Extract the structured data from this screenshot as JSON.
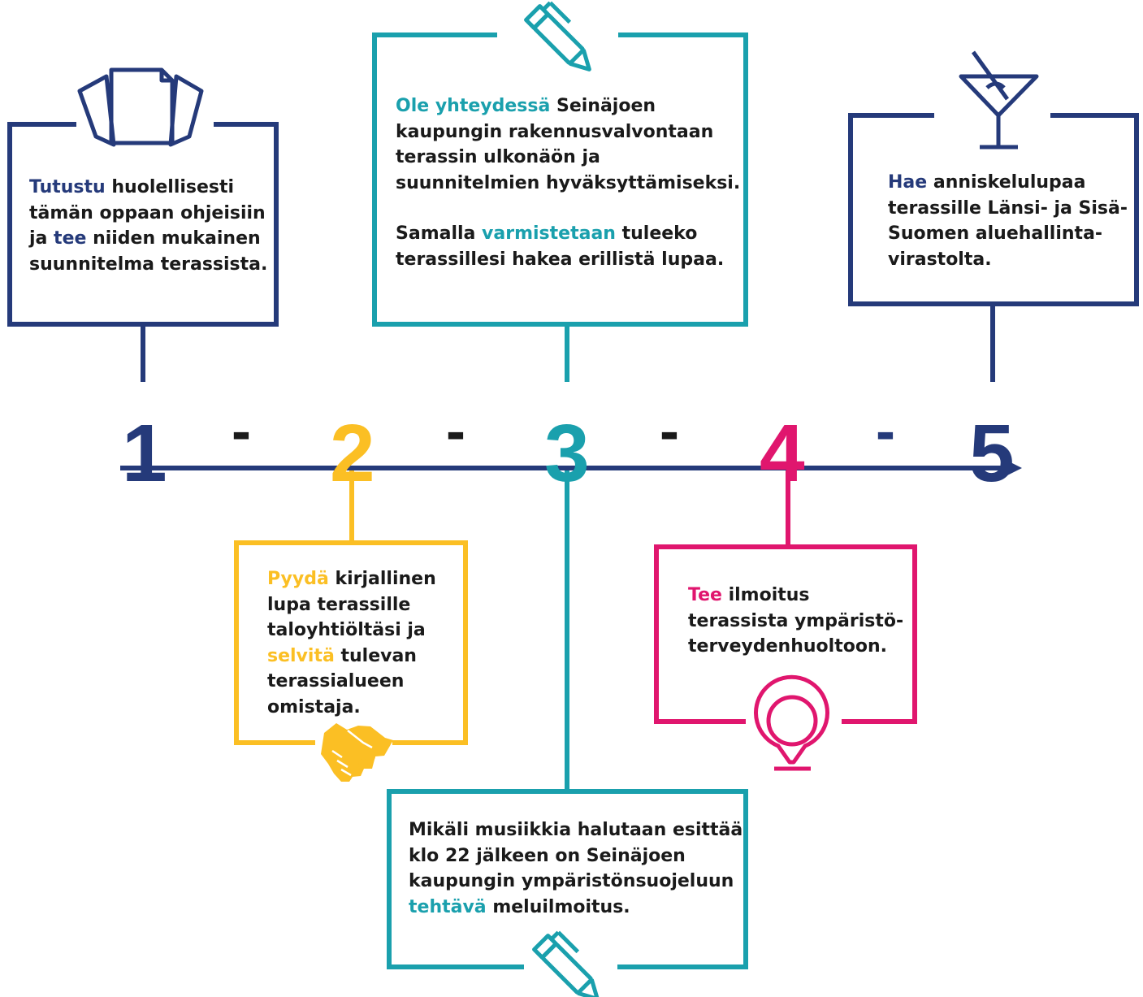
{
  "colors": {
    "navy": "#253a7a",
    "yellow": "#fbbf24",
    "teal": "#1aa0ad",
    "pink": "#e0166e",
    "text": "#1a1a1a"
  },
  "steps": [
    {
      "number": "1",
      "color": "#253a7a",
      "icon": "documents-icon",
      "lines": [
        [
          {
            "t": "Tutustu",
            "hl": true
          },
          {
            "t": " huolellisesti"
          }
        ],
        [
          {
            "t": "tämän oppaan ohjeisiin"
          }
        ],
        [
          {
            "t": "ja "
          },
          {
            "t": "tee",
            "hl": true
          },
          {
            "t": " niiden mukainen"
          }
        ],
        [
          {
            "t": "suunnitelma terassista."
          }
        ]
      ]
    },
    {
      "number": "2",
      "color": "#fbbf24",
      "icon": "handshake-icon",
      "lines": [
        [
          {
            "t": "Pyydä",
            "hl": true
          },
          {
            "t": " kirjallinen"
          }
        ],
        [
          {
            "t": "lupa terassille"
          }
        ],
        [
          {
            "t": "taloyhtiöltäsi  ja"
          }
        ],
        [
          {
            "t": "selvitä",
            "hl": true
          },
          {
            "t": " tulevan"
          }
        ],
        [
          {
            "t": "terassialueen"
          }
        ],
        [
          {
            "t": "omistaja."
          }
        ]
      ]
    },
    {
      "number": "3",
      "color": "#1aa0ad",
      "icon": "pen-icon",
      "lines": [
        [
          {
            "t": "Ole yhteydessä",
            "hl": true
          },
          {
            "t": " Seinäjoen"
          }
        ],
        [
          {
            "t": "kaupungin rakennusvalvontaan"
          }
        ],
        [
          {
            "t": "terassin ulkonäön ja"
          }
        ],
        [
          {
            "t": "suunnitelmien hyväksyttämiseksi."
          }
        ],
        [],
        [
          {
            "t": "Samalla "
          },
          {
            "t": "varmistetaan",
            "hl": true
          },
          {
            "t": " tuleeko"
          }
        ],
        [
          {
            "t": "terassillesi hakea erillistä lupaa."
          }
        ]
      ]
    },
    {
      "number": "4",
      "color": "#e0166e",
      "icon": "speech-bubble-icon",
      "lines": [
        [
          {
            "t": "Tee",
            "hl": true
          },
          {
            "t": " ilmoitus"
          }
        ],
        [
          {
            "t": "terassista ympäristö-"
          }
        ],
        [
          {
            "t": "terveydenhuoltoon."
          }
        ]
      ]
    },
    {
      "number": "5",
      "color": "#253a7a",
      "icon": "cocktail-glass-icon",
      "lines": [
        [
          {
            "t": "Hae",
            "hl": true
          },
          {
            "t": " anniskelulupaa"
          }
        ],
        [
          {
            "t": "terassille Länsi- ja Sisä-"
          }
        ],
        [
          {
            "t": "Suomen aluehallinta-"
          }
        ],
        [
          {
            "t": "virastolta."
          }
        ]
      ]
    }
  ],
  "extra_box": {
    "color": "#1aa0ad",
    "icon": "pen-icon",
    "lines": [
      [
        {
          "t": "Mikäli musiikkia halutaan esittää"
        }
      ],
      [
        {
          "t": "klo 22 jälkeen on Seinäjoen"
        }
      ],
      [
        {
          "t": "kaupungin ympäristönsuojeluun"
        }
      ],
      [
        {
          "t": "tehtävä",
          "hl": true
        },
        {
          "t": " meluilmoitus."
        }
      ]
    ]
  },
  "separator": "-"
}
